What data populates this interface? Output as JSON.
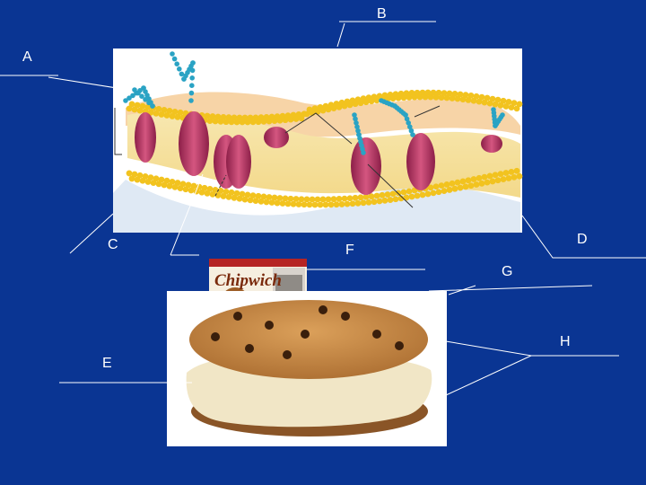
{
  "labels": {
    "a": "A",
    "b": "B",
    "c": "C",
    "d": "D",
    "e": "E",
    "f": "F",
    "g": "G",
    "h": "H"
  },
  "package": {
    "brand": "Chipwich"
  },
  "colors": {
    "background": "#0a3593",
    "leader_lines": "#ffffff",
    "phospholipid_head": "#f2c31f",
    "protein": "#b83a64",
    "carbohydrate_chain": "#2aa3c4",
    "cookie": "#c98a43",
    "ice_cream": "#f1e6c6"
  },
  "icons": [
    "cell-membrane-illustration",
    "chipwich-package-photo",
    "ice-cream-sandwich-photo"
  ]
}
